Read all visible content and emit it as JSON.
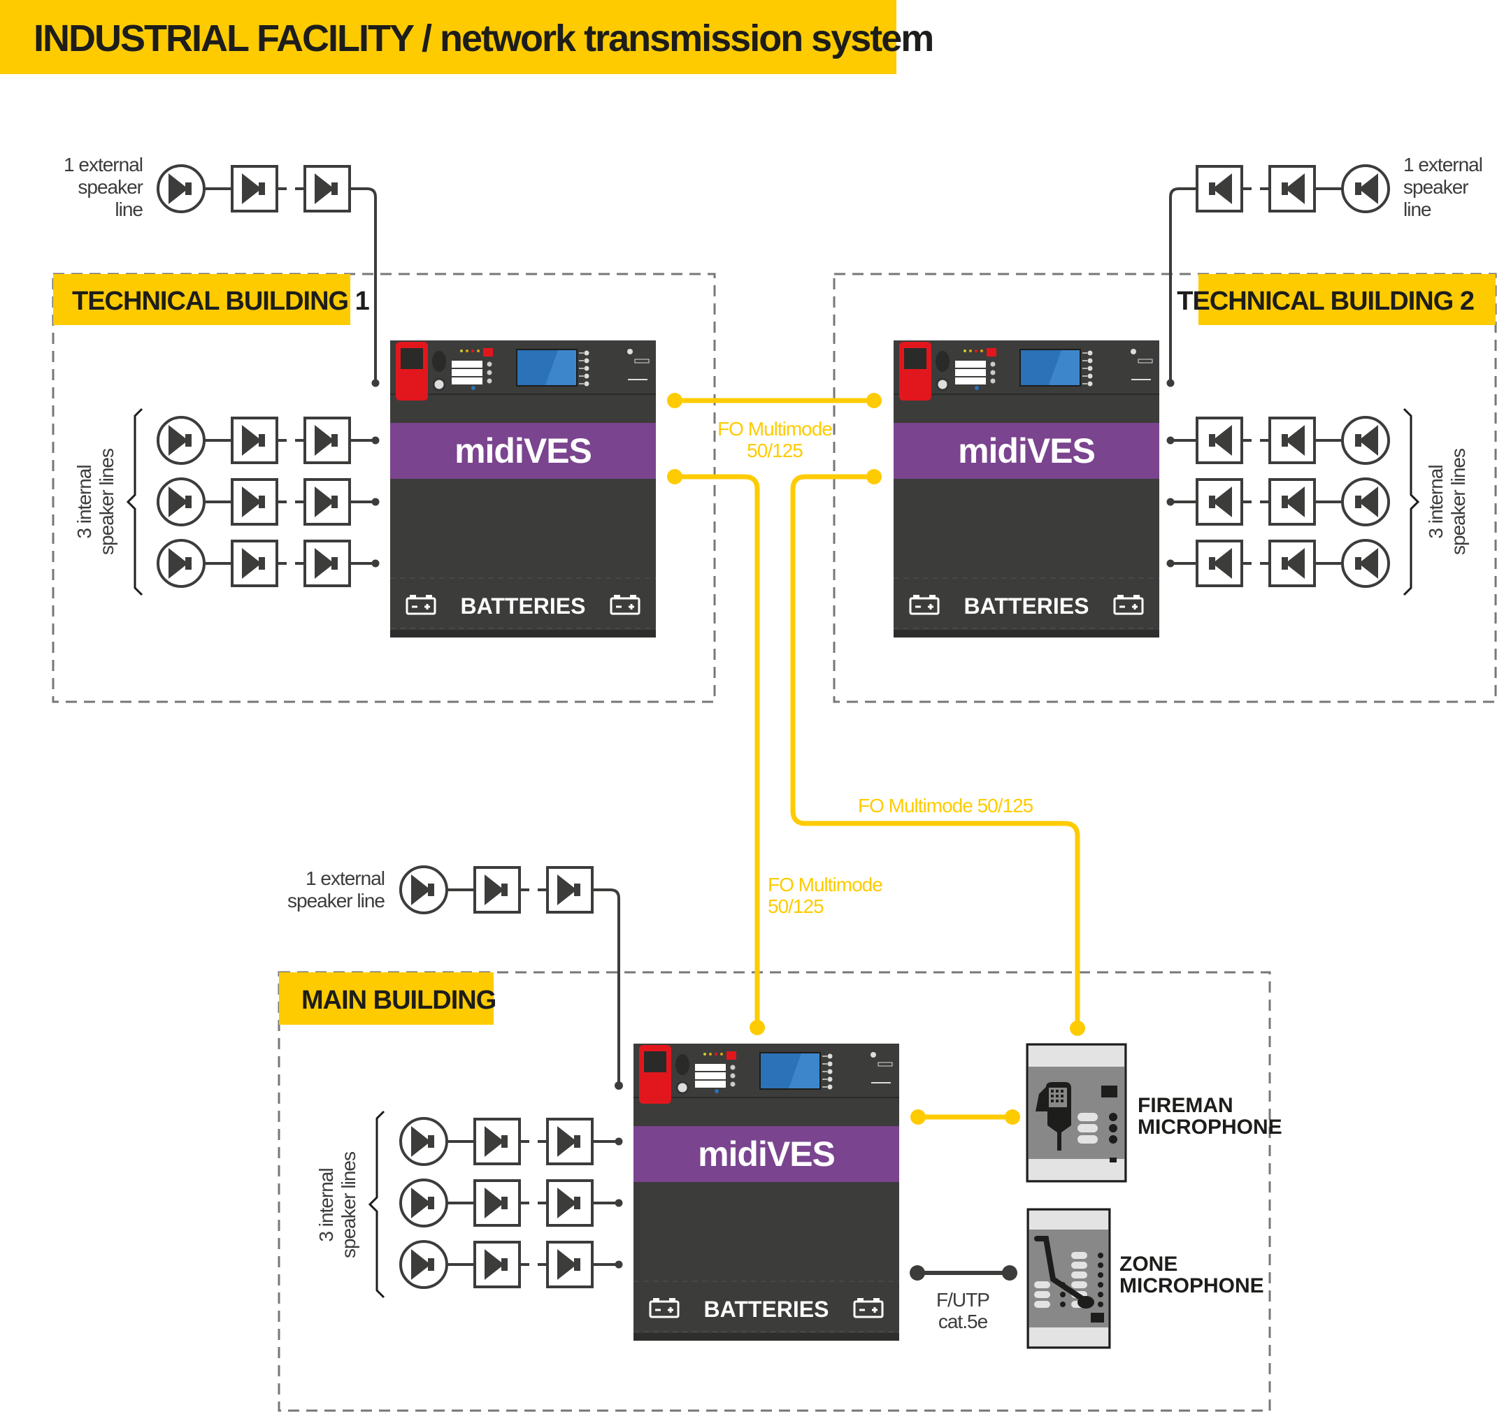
{
  "title": "INDUSTRIAL FACILITY / network transmission system",
  "colors": {
    "accent_yellow": "#fecb00",
    "device_dark": "#3c3c3b",
    "device_purple": "#7a448f",
    "line_dark": "#3c3c3b",
    "dash_gray": "#777777",
    "screen_blue": "#2b72b8",
    "mic_red": "#e2171d"
  },
  "buildings": [
    {
      "id": "tb1",
      "label": "TECHNICAL BUILDING 1",
      "device": {
        "name": "midiVES",
        "batteries_label": "BATTERIES"
      },
      "external_line_label": [
        "1 external",
        "speaker",
        "line"
      ],
      "internal_lines_label": [
        "3 internal",
        "speaker lines"
      ],
      "internal_line_count": 3
    },
    {
      "id": "tb2",
      "label": "TECHNICAL BUILDING 2",
      "device": {
        "name": "midiVES",
        "batteries_label": "BATTERIES"
      },
      "external_line_label": [
        "1 external",
        "speaker",
        "line"
      ],
      "internal_lines_label": [
        "3 internal",
        "speaker lines"
      ],
      "internal_line_count": 3
    },
    {
      "id": "main",
      "label": "MAIN BUILDING",
      "device": {
        "name": "midiVES",
        "batteries_label": "BATTERIES"
      },
      "external_line_label": [
        "1 external",
        "speaker line"
      ],
      "internal_lines_label": [
        "3 internal",
        "speaker lines"
      ],
      "internal_line_count": 3
    }
  ],
  "links": {
    "tb1_tb2": [
      "FO Multimode",
      "50/125"
    ],
    "tb2_fireman": "FO Multimode 50/125",
    "tb1_main": [
      "FO Multimode",
      "50/125"
    ],
    "main_zone": [
      "F/UTP",
      "cat.5e"
    ]
  },
  "peripherals": {
    "fireman": [
      "FIREMAN",
      "MICROPHONE"
    ],
    "zone": [
      "ZONE",
      "MICROPHONE"
    ]
  },
  "icons": {
    "speaker": "speaker-icon",
    "battery": "battery-icon",
    "fireman_mic": "fireman-microphone-icon",
    "zone_mic": "zone-microphone-icon"
  }
}
